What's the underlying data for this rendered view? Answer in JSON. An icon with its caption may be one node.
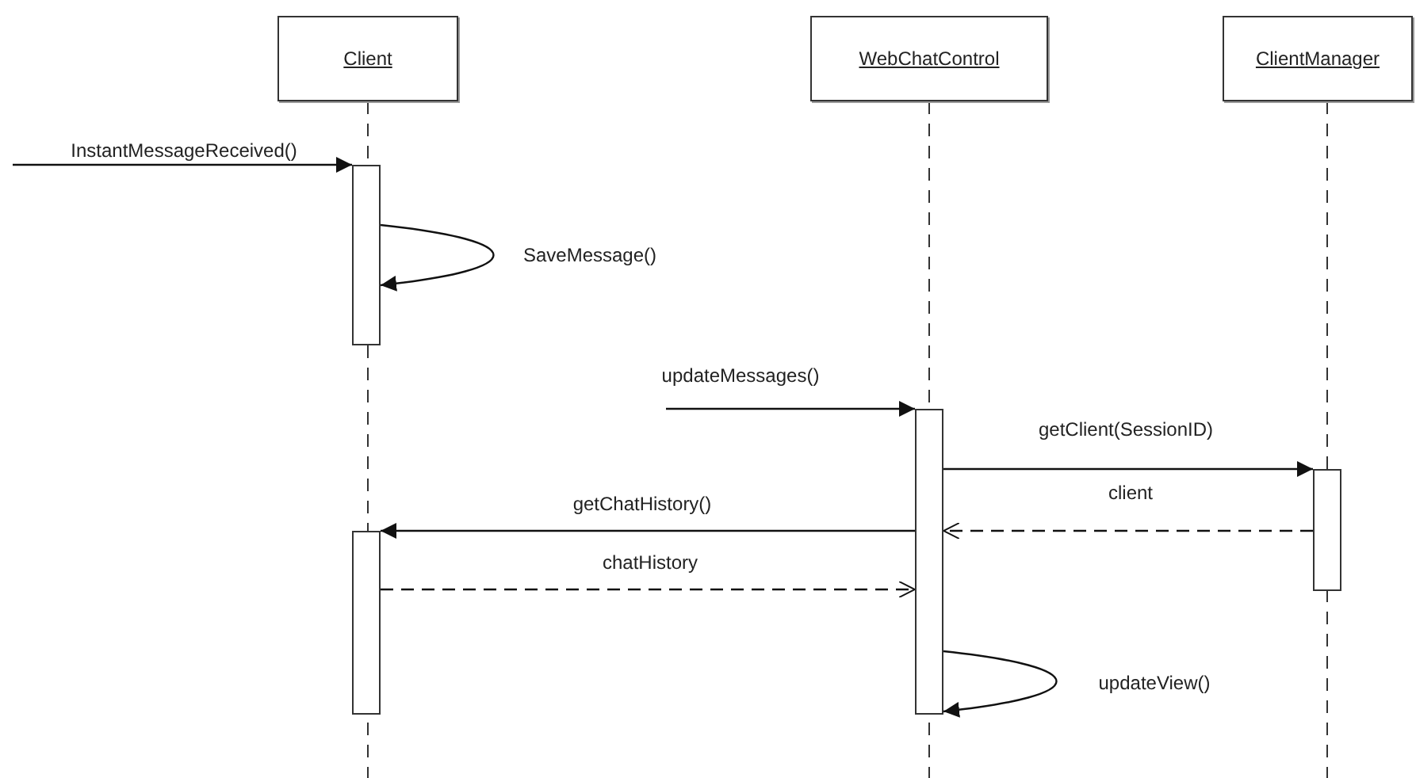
{
  "diagram": {
    "nodes": [
      {
        "text": [
          "Client"
        ]
      },
      {
        "text": [
          "WebChatControl"
        ]
      },
      {
        "text": [
          "ClientManager"
        ]
      },
      {
        "text": [],
        "shape": "bar"
      },
      {
        "text": [],
        "shape": "bar"
      },
      {
        "text": [],
        "shape": "bar"
      },
      {
        "text": [],
        "shape": "bar"
      }
    ],
    "edges": [
      {
        "from": null,
        "to": 3,
        "arrow": "to",
        "label": "InstantMessageReceived()"
      },
      {
        "from": 3,
        "to": 3,
        "arrow": "to",
        "label": "SaveMessage()"
      },
      {
        "from": null,
        "to": 4,
        "arrow": "to",
        "label": "updateMessages()"
      },
      {
        "from": 4,
        "to": 5,
        "arrow": "to",
        "label": "getClient(SessionID)"
      },
      {
        "from": 5,
        "to": 4,
        "arrow": "to",
        "label": "client",
        "style": "dashed"
      },
      {
        "from": 4,
        "to": 6,
        "arrow": "to",
        "label": "getChatHistory()"
      },
      {
        "from": 6,
        "to": 4,
        "arrow": "to",
        "label": "chatHistory",
        "style": "dashed"
      },
      {
        "from": 4,
        "to": 4,
        "arrow": "to",
        "label": "updateView()"
      }
    ]
  }
}
